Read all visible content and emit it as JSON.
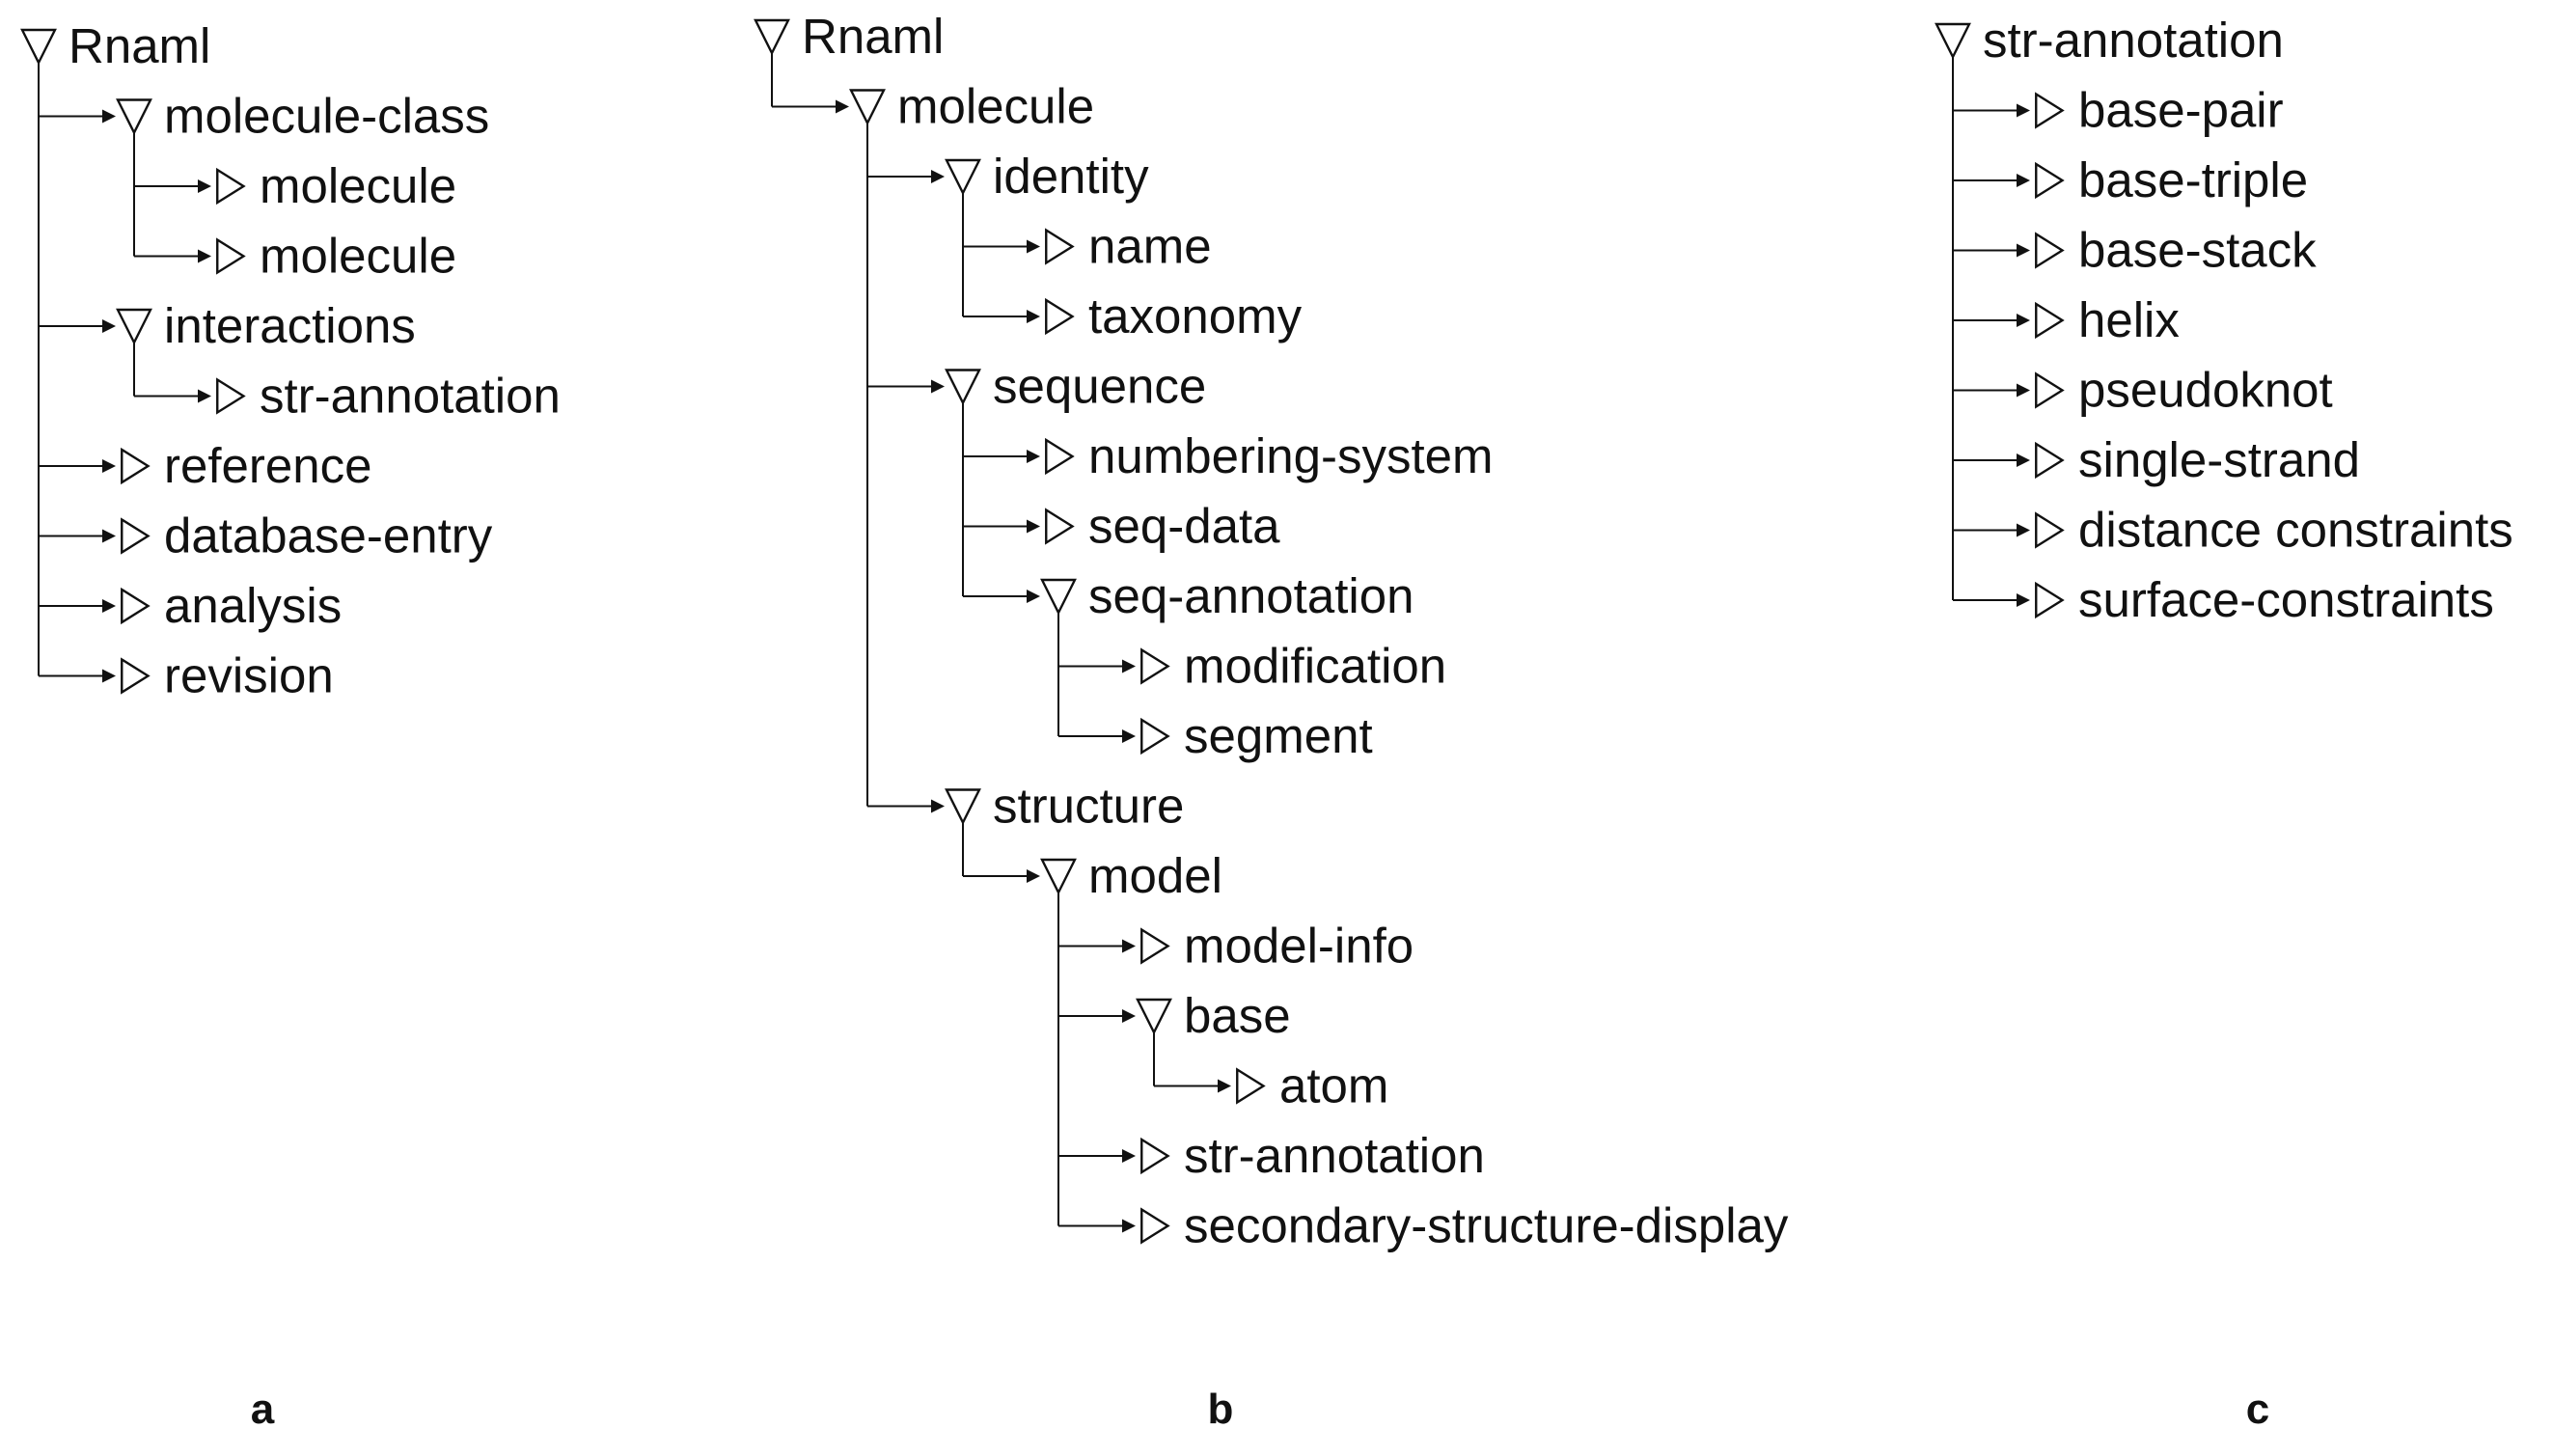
{
  "panels": [
    {
      "id": "a",
      "label": "a",
      "nodes": [
        {
          "text": "Rnaml",
          "expanded": true,
          "level": 0,
          "children": [
            {
              "text": "molecule-class",
              "expanded": true,
              "children": [
                {
                  "text": "molecule",
                  "expanded": false
                },
                {
                  "text": "molecule",
                  "expanded": false
                }
              ]
            },
            {
              "text": "interactions",
              "expanded": true,
              "children": [
                {
                  "text": "str-annotation",
                  "expanded": false
                }
              ]
            },
            {
              "text": "reference",
              "expanded": false
            },
            {
              "text": "database-entry",
              "expanded": false
            },
            {
              "text": "analysis",
              "expanded": false
            },
            {
              "text": "revision",
              "expanded": false
            }
          ]
        }
      ]
    },
    {
      "id": "b",
      "label": "b",
      "nodes": [
        {
          "text": "Rnaml",
          "expanded": true,
          "children": [
            {
              "text": "molecule",
              "expanded": true,
              "children": [
                {
                  "text": "identity",
                  "expanded": true,
                  "children": [
                    {
                      "text": "name",
                      "expanded": false
                    },
                    {
                      "text": "taxonomy",
                      "expanded": false
                    }
                  ]
                },
                {
                  "text": "sequence",
                  "expanded": true,
                  "children": [
                    {
                      "text": "numbering-system",
                      "expanded": false
                    },
                    {
                      "text": "seq-data",
                      "expanded": false
                    },
                    {
                      "text": "seq-annotation",
                      "expanded": true,
                      "children": [
                        {
                          "text": "modification",
                          "expanded": false
                        },
                        {
                          "text": "segment",
                          "expanded": false
                        }
                      ]
                    }
                  ]
                },
                {
                  "text": "structure",
                  "expanded": true,
                  "children": [
                    {
                      "text": "model",
                      "expanded": true,
                      "children": [
                        {
                          "text": "model-info",
                          "expanded": false
                        },
                        {
                          "text": "base",
                          "expanded": true,
                          "children": [
                            {
                              "text": "atom",
                              "expanded": false
                            }
                          ]
                        },
                        {
                          "text": "str-annotation",
                          "expanded": false
                        },
                        {
                          "text": "secondary-structure-display",
                          "expanded": false
                        }
                      ]
                    }
                  ]
                }
              ]
            }
          ]
        }
      ]
    },
    {
      "id": "c",
      "label": "c",
      "nodes": [
        {
          "text": "str-annotation",
          "expanded": true,
          "children": [
            {
              "text": "base-pair",
              "expanded": false
            },
            {
              "text": "base-triple",
              "expanded": false
            },
            {
              "text": "base-stack",
              "expanded": false
            },
            {
              "text": "helix",
              "expanded": false
            },
            {
              "text": "pseudoknot",
              "expanded": false
            },
            {
              "text": "single-strand",
              "expanded": false
            },
            {
              "text": "distance constraints",
              "expanded": false
            },
            {
              "text": "surface-constraints",
              "expanded": false
            }
          ]
        }
      ]
    }
  ]
}
